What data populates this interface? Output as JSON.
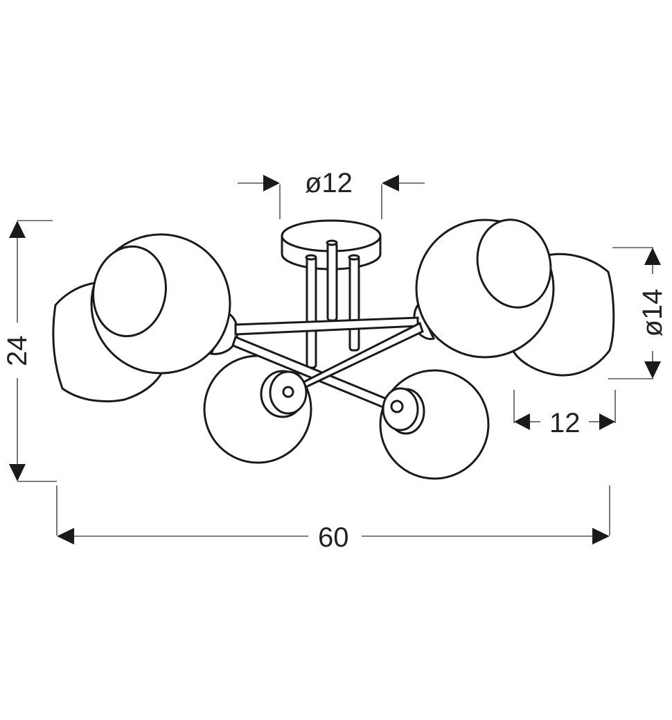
{
  "diagram": {
    "title": "Ceiling lamp dimension drawing",
    "colors": {
      "line": "#1a1a1a",
      "dimension_line": "#555555",
      "background": "#ffffff"
    },
    "dimensions": {
      "canopy_diameter": "ø12",
      "height": "24",
      "shade_diameter": "ø14",
      "shade_depth": "12",
      "total_width": "60"
    },
    "components": {
      "canopy": "ceiling canopy",
      "rods": 3,
      "arms": 3,
      "shades": 6
    }
  }
}
